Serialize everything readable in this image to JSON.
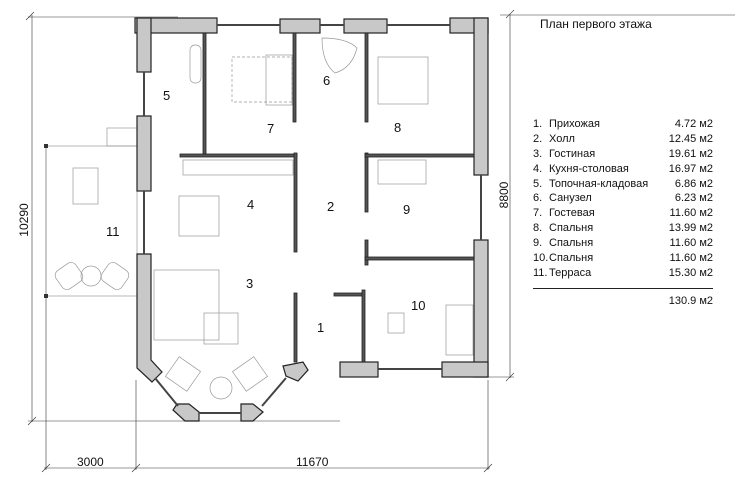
{
  "title": "План первого этажа",
  "rooms": [
    {
      "num": "1.",
      "name": "Прихожая",
      "area": "4.72 м2"
    },
    {
      "num": "2.",
      "name": "Холл",
      "area": "12.45 м2"
    },
    {
      "num": "3.",
      "name": "Гостиная",
      "area": "19.61 м2"
    },
    {
      "num": "4.",
      "name": "Кухня-столовая",
      "area": "16.97 м2"
    },
    {
      "num": "5.",
      "name": "Топочная-кладовая",
      "area": "6.86 м2"
    },
    {
      "num": "6.",
      "name": "Санузел",
      "area": "6.23 м2"
    },
    {
      "num": "7.",
      "name": "Гостевая",
      "area": "11.60 м2"
    },
    {
      "num": "8.",
      "name": "Спальня",
      "area": "13.99 м2"
    },
    {
      "num": "9.",
      "name": "Спальня",
      "area": "11.60 м2"
    },
    {
      "num": "10.",
      "name": "Спальня",
      "area": "11.60 м2"
    },
    {
      "num": "11.",
      "name": "Терраса",
      "area": "15.30 м2"
    }
  ],
  "total": "130.9 м2",
  "plan_labels": [
    "1",
    "2",
    "3",
    "4",
    "5",
    "6",
    "7",
    "8",
    "9",
    "10",
    "11"
  ],
  "dimensions": {
    "left": "10290",
    "right": "8800",
    "bottom_left": "3000",
    "bottom_main": "11670"
  }
}
